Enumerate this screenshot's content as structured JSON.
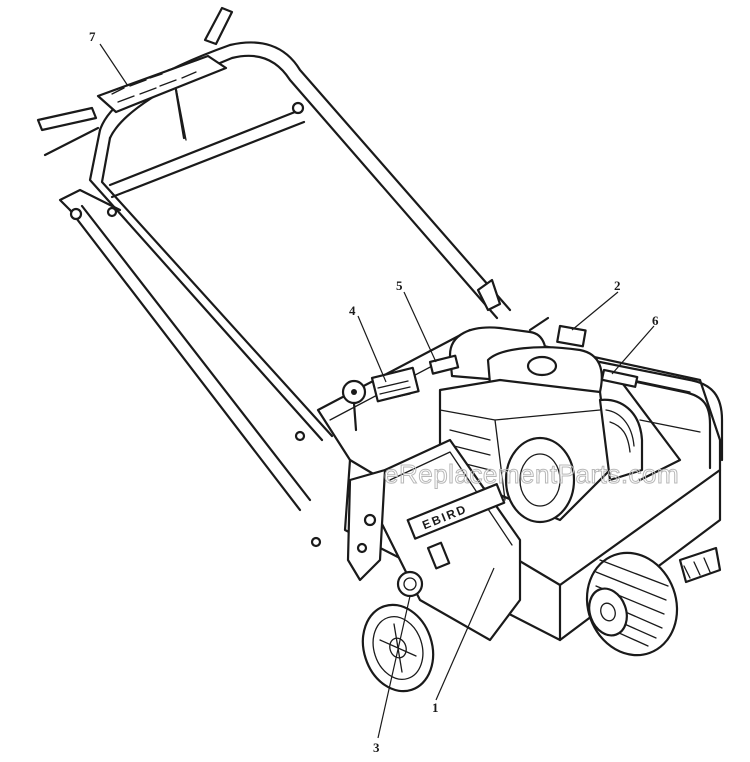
{
  "callouts": [
    {
      "id": "1",
      "label": "1"
    },
    {
      "id": "2",
      "label": "2"
    },
    {
      "id": "3",
      "label": "3"
    },
    {
      "id": "4",
      "label": "4"
    },
    {
      "id": "5",
      "label": "5"
    },
    {
      "id": "6",
      "label": "6"
    },
    {
      "id": "7",
      "label": "7"
    }
  ],
  "watermark": "eReplacementParts.com",
  "decal_brand_text": "EBIRD"
}
